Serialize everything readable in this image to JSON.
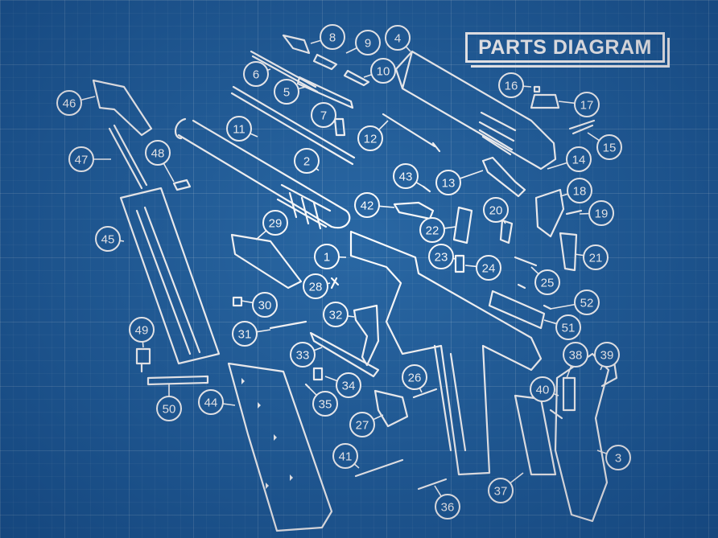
{
  "title": "PARTS DIAGRAM",
  "colors": {
    "background": "#1c5e9e",
    "line": "#ffffff"
  },
  "callouts": [
    {
      "id": "c1",
      "label": "1"
    },
    {
      "id": "c2",
      "label": "2"
    },
    {
      "id": "c3",
      "label": "3"
    },
    {
      "id": "c4",
      "label": "4"
    },
    {
      "id": "c5",
      "label": "5"
    },
    {
      "id": "c6",
      "label": "6"
    },
    {
      "id": "c7",
      "label": "7"
    },
    {
      "id": "c8",
      "label": "8"
    },
    {
      "id": "c9",
      "label": "9"
    },
    {
      "id": "c10",
      "label": "10"
    },
    {
      "id": "c11",
      "label": "11"
    },
    {
      "id": "c12",
      "label": "12"
    },
    {
      "id": "c13",
      "label": "13"
    },
    {
      "id": "c14",
      "label": "14"
    },
    {
      "id": "c15",
      "label": "15"
    },
    {
      "id": "c16",
      "label": "16"
    },
    {
      "id": "c17",
      "label": "17"
    },
    {
      "id": "c18",
      "label": "18"
    },
    {
      "id": "c19",
      "label": "19"
    },
    {
      "id": "c20",
      "label": "20"
    },
    {
      "id": "c21",
      "label": "21"
    },
    {
      "id": "c22",
      "label": "22"
    },
    {
      "id": "c23",
      "label": "23"
    },
    {
      "id": "c24",
      "label": "24"
    },
    {
      "id": "c25",
      "label": "25"
    },
    {
      "id": "c26",
      "label": "26"
    },
    {
      "id": "c27",
      "label": "27"
    },
    {
      "id": "c28",
      "label": "28"
    },
    {
      "id": "c29",
      "label": "29"
    },
    {
      "id": "c30",
      "label": "30"
    },
    {
      "id": "c31",
      "label": "31"
    },
    {
      "id": "c32",
      "label": "32"
    },
    {
      "id": "c33",
      "label": "33"
    },
    {
      "id": "c34",
      "label": "34"
    },
    {
      "id": "c35",
      "label": "35"
    },
    {
      "id": "c36",
      "label": "36"
    },
    {
      "id": "c37",
      "label": "37"
    },
    {
      "id": "c38",
      "label": "38"
    },
    {
      "id": "c39",
      "label": "39"
    },
    {
      "id": "c40",
      "label": "40"
    },
    {
      "id": "c41",
      "label": "41"
    },
    {
      "id": "c42",
      "label": "42"
    },
    {
      "id": "c43",
      "label": "43"
    },
    {
      "id": "c44",
      "label": "44"
    },
    {
      "id": "c45",
      "label": "45"
    },
    {
      "id": "c46",
      "label": "46"
    },
    {
      "id": "c47",
      "label": "47"
    },
    {
      "id": "c48",
      "label": "48"
    },
    {
      "id": "c49",
      "label": "49"
    },
    {
      "id": "c50",
      "label": "50"
    },
    {
      "id": "c51",
      "label": "51"
    },
    {
      "id": "c52",
      "label": "52"
    }
  ]
}
